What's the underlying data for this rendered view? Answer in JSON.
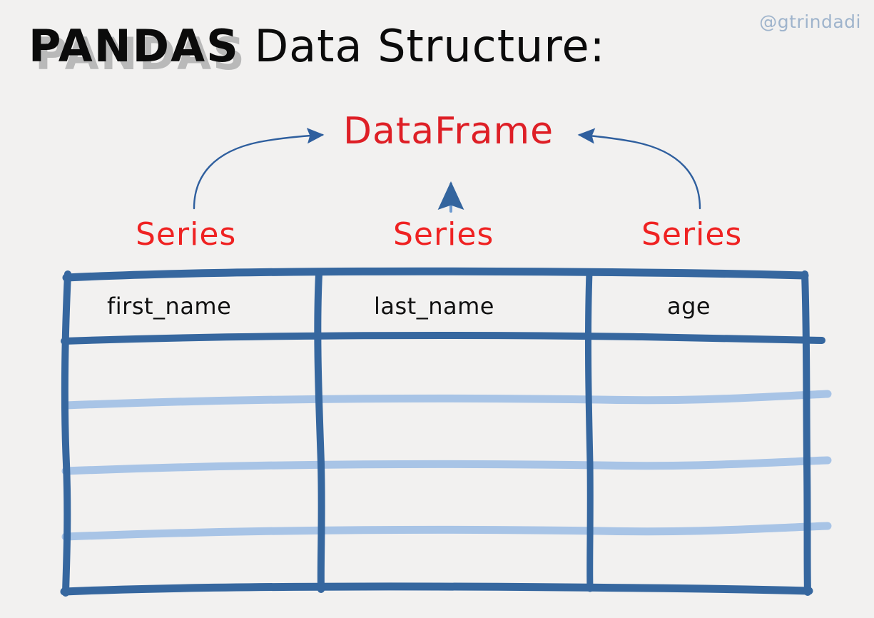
{
  "page": {
    "background_color": "#f2f1f0",
    "watermark": "@gtrindadi"
  },
  "title": {
    "brand": "PANDAS",
    "rest": " Data Structure:",
    "brand_color": "#0b0b0b",
    "ghost_color": "#b9b9b9"
  },
  "diagram": {
    "root_label": "DataFrame",
    "root_color": "#de1f26",
    "series_color": "#ef2222",
    "arrow_color": "#2f5f9e",
    "series_labels": [
      {
        "label": "Series"
      },
      {
        "label": "Series"
      },
      {
        "label": "Series"
      }
    ],
    "arrows": [
      {
        "name": "arrow-series-left-to-dataframe",
        "kind": "curved-right"
      },
      {
        "name": "arrow-series-middle-to-dataframe",
        "kind": "straight-up"
      },
      {
        "name": "arrow-series-right-to-dataframe",
        "kind": "curved-left"
      }
    ]
  },
  "table": {
    "border_color": "#36679f",
    "row_divider_color": "#a8c4e6",
    "columns": [
      {
        "header": "first_name"
      },
      {
        "header": "last_name"
      },
      {
        "header": "age"
      }
    ],
    "empty_row_count": 4
  }
}
